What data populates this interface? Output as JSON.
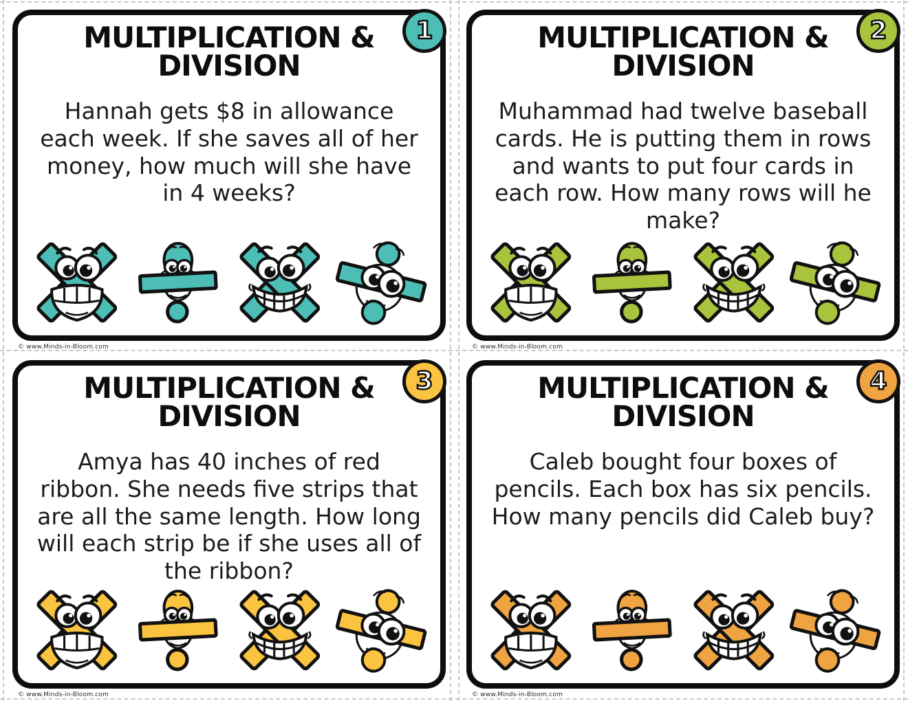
{
  "page": {
    "background_color": "#ffffff",
    "cut_line_color": "#c9c9c9",
    "card_border_color": "#0d0d0d"
  },
  "icons": {
    "row": [
      "multiplication-grin-icon",
      "division-peek-icon",
      "multiplication-teeth-icon",
      "division-tilted-icon"
    ]
  },
  "cards": [
    {
      "number": "1",
      "title_line1": "MULTIPLICATION &",
      "title_line2": "DIVISION",
      "problem": "Hannah gets $8 in allowance each week. If she saves all of her money, how much will she have in 4 weeks?",
      "accent_color": "#4dbeb6",
      "watermark": "© www.Minds-in-Bloom.com"
    },
    {
      "number": "2",
      "title_line1": "MULTIPLICATION &",
      "title_line2": "DIVISION",
      "problem": "Muhammad had twelve baseball cards. He is putting them in rows and wants to put four cards in each row. How many rows will he make?",
      "accent_color": "#a9c33d",
      "watermark": "© www.Minds-in-Bloom.com"
    },
    {
      "number": "3",
      "title_line1": "MULTIPLICATION &",
      "title_line2": "DIVISION",
      "problem": "Amya has 40 inches of red ribbon. She needs five strips that are all the same length. How long will each strip be if she uses all of the ribbon?",
      "accent_color": "#fbc440",
      "watermark": "© www.Minds-in-Bloom.com"
    },
    {
      "number": "4",
      "title_line1": "MULTIPLICATION &",
      "title_line2": "DIVISION",
      "problem": "Caleb bought four boxes of pencils. Each box has six pencils. How many pencils did Caleb buy?",
      "accent_color": "#f0a341",
      "watermark": "© www.Minds-in-Bloom.com"
    }
  ]
}
